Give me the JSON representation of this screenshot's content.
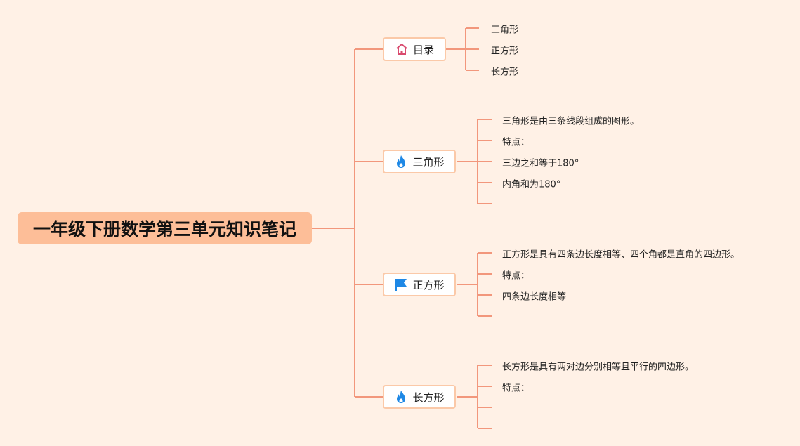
{
  "root": {
    "title": "一年级下册数学第三单元知识笔记"
  },
  "branches": [
    {
      "label": "目录",
      "icon": "home-icon",
      "items": [
        "三角形",
        "正方形",
        "长方形"
      ]
    },
    {
      "label": "三角形",
      "icon": "fire-icon",
      "items": [
        "三角形是由三条线段组成的图形。",
        "特点：",
        "三边之和等于180°",
        "内角和为180°",
        ""
      ]
    },
    {
      "label": "正方形",
      "icon": "flag-icon",
      "items": [
        "正方形是具有四条边长度相等、四个角都是直角的四边形。",
        "特点：",
        "四条边长度相等",
        ""
      ]
    },
    {
      "label": "长方形",
      "icon": "fire-icon",
      "items": [
        "长方形是具有两对边分别相等且平行的四边形。",
        "特点：",
        "",
        ""
      ]
    }
  ],
  "colors": {
    "background": "#FFF1E6",
    "line": "#F2977C",
    "root_fill": "#FDBE98",
    "topic_border": "#FBC9A8"
  }
}
